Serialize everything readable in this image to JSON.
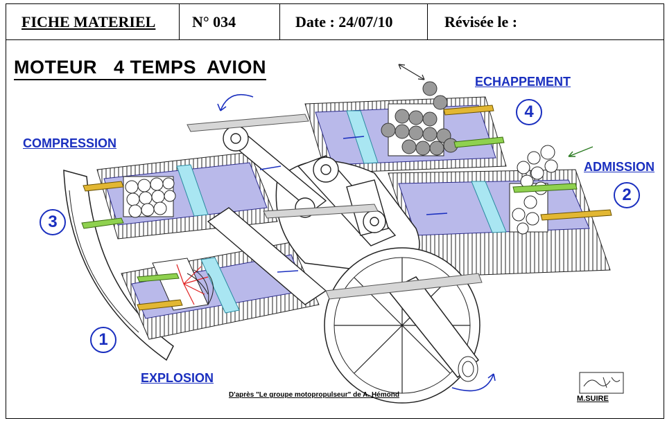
{
  "header": {
    "doc_type": "FICHE MATERIEL",
    "number": "N° 034",
    "date": "Date : 24/07/10",
    "revised": "Révisée le :"
  },
  "title": "MOTEUR   4 TEMPS  AVION",
  "phases": {
    "compression": "COMPRESSION",
    "echappement": "ECHAPPEMENT",
    "admission": "ADMISSION",
    "explosion": "EXPLOSION"
  },
  "numbers": {
    "n1": "1",
    "n2": "2",
    "n3": "3",
    "n4": "4"
  },
  "credit": "D'après \"Le groupe motopropulseur\" de A. Hémond",
  "author": "M.SUIRE",
  "colors": {
    "phase_blue": "#1a2fbf",
    "cylinder_fill": "#b9b9ea",
    "coolant_cyan": "#a9e6f2",
    "valve_yellow": "#e2b733",
    "valve_green": "#8fd14f",
    "spark_red": "#e02020"
  }
}
